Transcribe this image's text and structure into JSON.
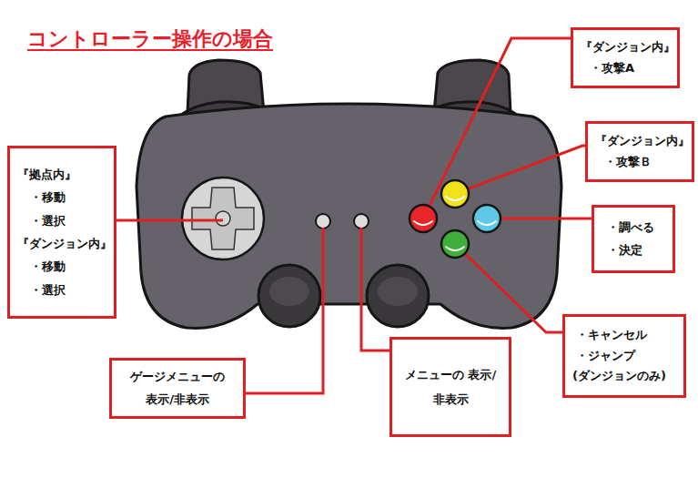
{
  "diagram": {
    "title": "コントローラー操作の場合",
    "nodes": [
      {
        "text": [
          "『拠点内』",
          "・移動",
          "・選択",
          "『ダンジョン内』",
          "・移動",
          "・選択"
        ]
      },
      {
        "text": [
          "『ダンジョン内』",
          "・攻撃A"
        ]
      },
      {
        "text": [
          "『ダンジョン内』",
          "・攻撃Ｂ"
        ]
      },
      {
        "text": [
          "・調べる",
          "・決定"
        ]
      },
      {
        "text": [
          "・キャンセル",
          "・ジャンプ",
          "(ダンジョンのみ)"
        ]
      },
      {
        "text": [
          "ゲージメニューの 表示/非表示"
        ]
      },
      {
        "text": [
          "メニューの 表示/非表示"
        ]
      }
    ]
  }
}
